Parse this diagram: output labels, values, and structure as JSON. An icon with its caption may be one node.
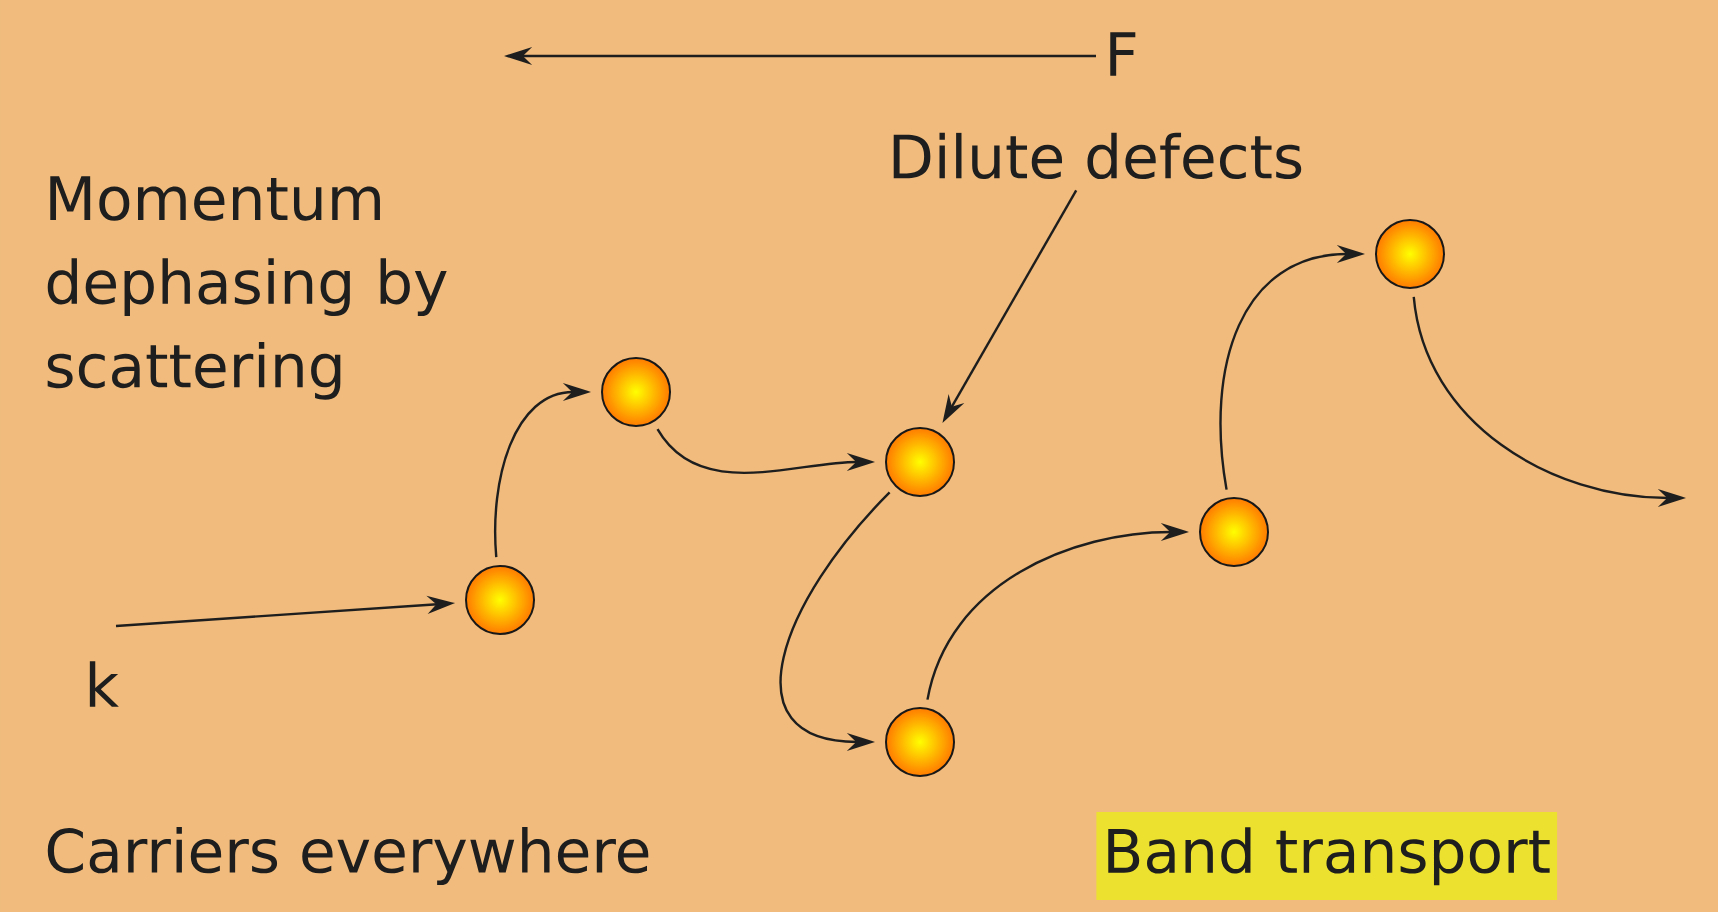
{
  "diagram": {
    "nodes": [
      {
        "text": [
          "Dilute defects"
        ]
      },
      {
        "text": [],
        "shape": "circle"
      },
      {
        "text": [],
        "shape": "circle"
      },
      {
        "text": [],
        "shape": "circle"
      },
      {
        "text": [],
        "shape": "circle"
      },
      {
        "text": [],
        "shape": "circle"
      },
      {
        "text": [],
        "shape": "circle"
      }
    ],
    "edges": [
      {
        "from": null,
        "to": 1,
        "arrow": "to"
      },
      {
        "from": 1,
        "to": 2,
        "arrow": "to"
      },
      {
        "from": 2,
        "to": 3,
        "arrow": "to"
      },
      {
        "from": 3,
        "to": 4,
        "arrow": "to"
      },
      {
        "from": 4,
        "to": 5,
        "arrow": "to"
      },
      {
        "from": 5,
        "to": 6,
        "arrow": "to"
      },
      {
        "from": 6,
        "to": null,
        "arrow": "to"
      },
      {
        "from": 0,
        "to": 3,
        "arrow": "to"
      }
    ],
    "labels": [
      "F",
      "Momentum dephasing by scattering",
      "k",
      "Carriers everywhere",
      "Band transport"
    ]
  }
}
